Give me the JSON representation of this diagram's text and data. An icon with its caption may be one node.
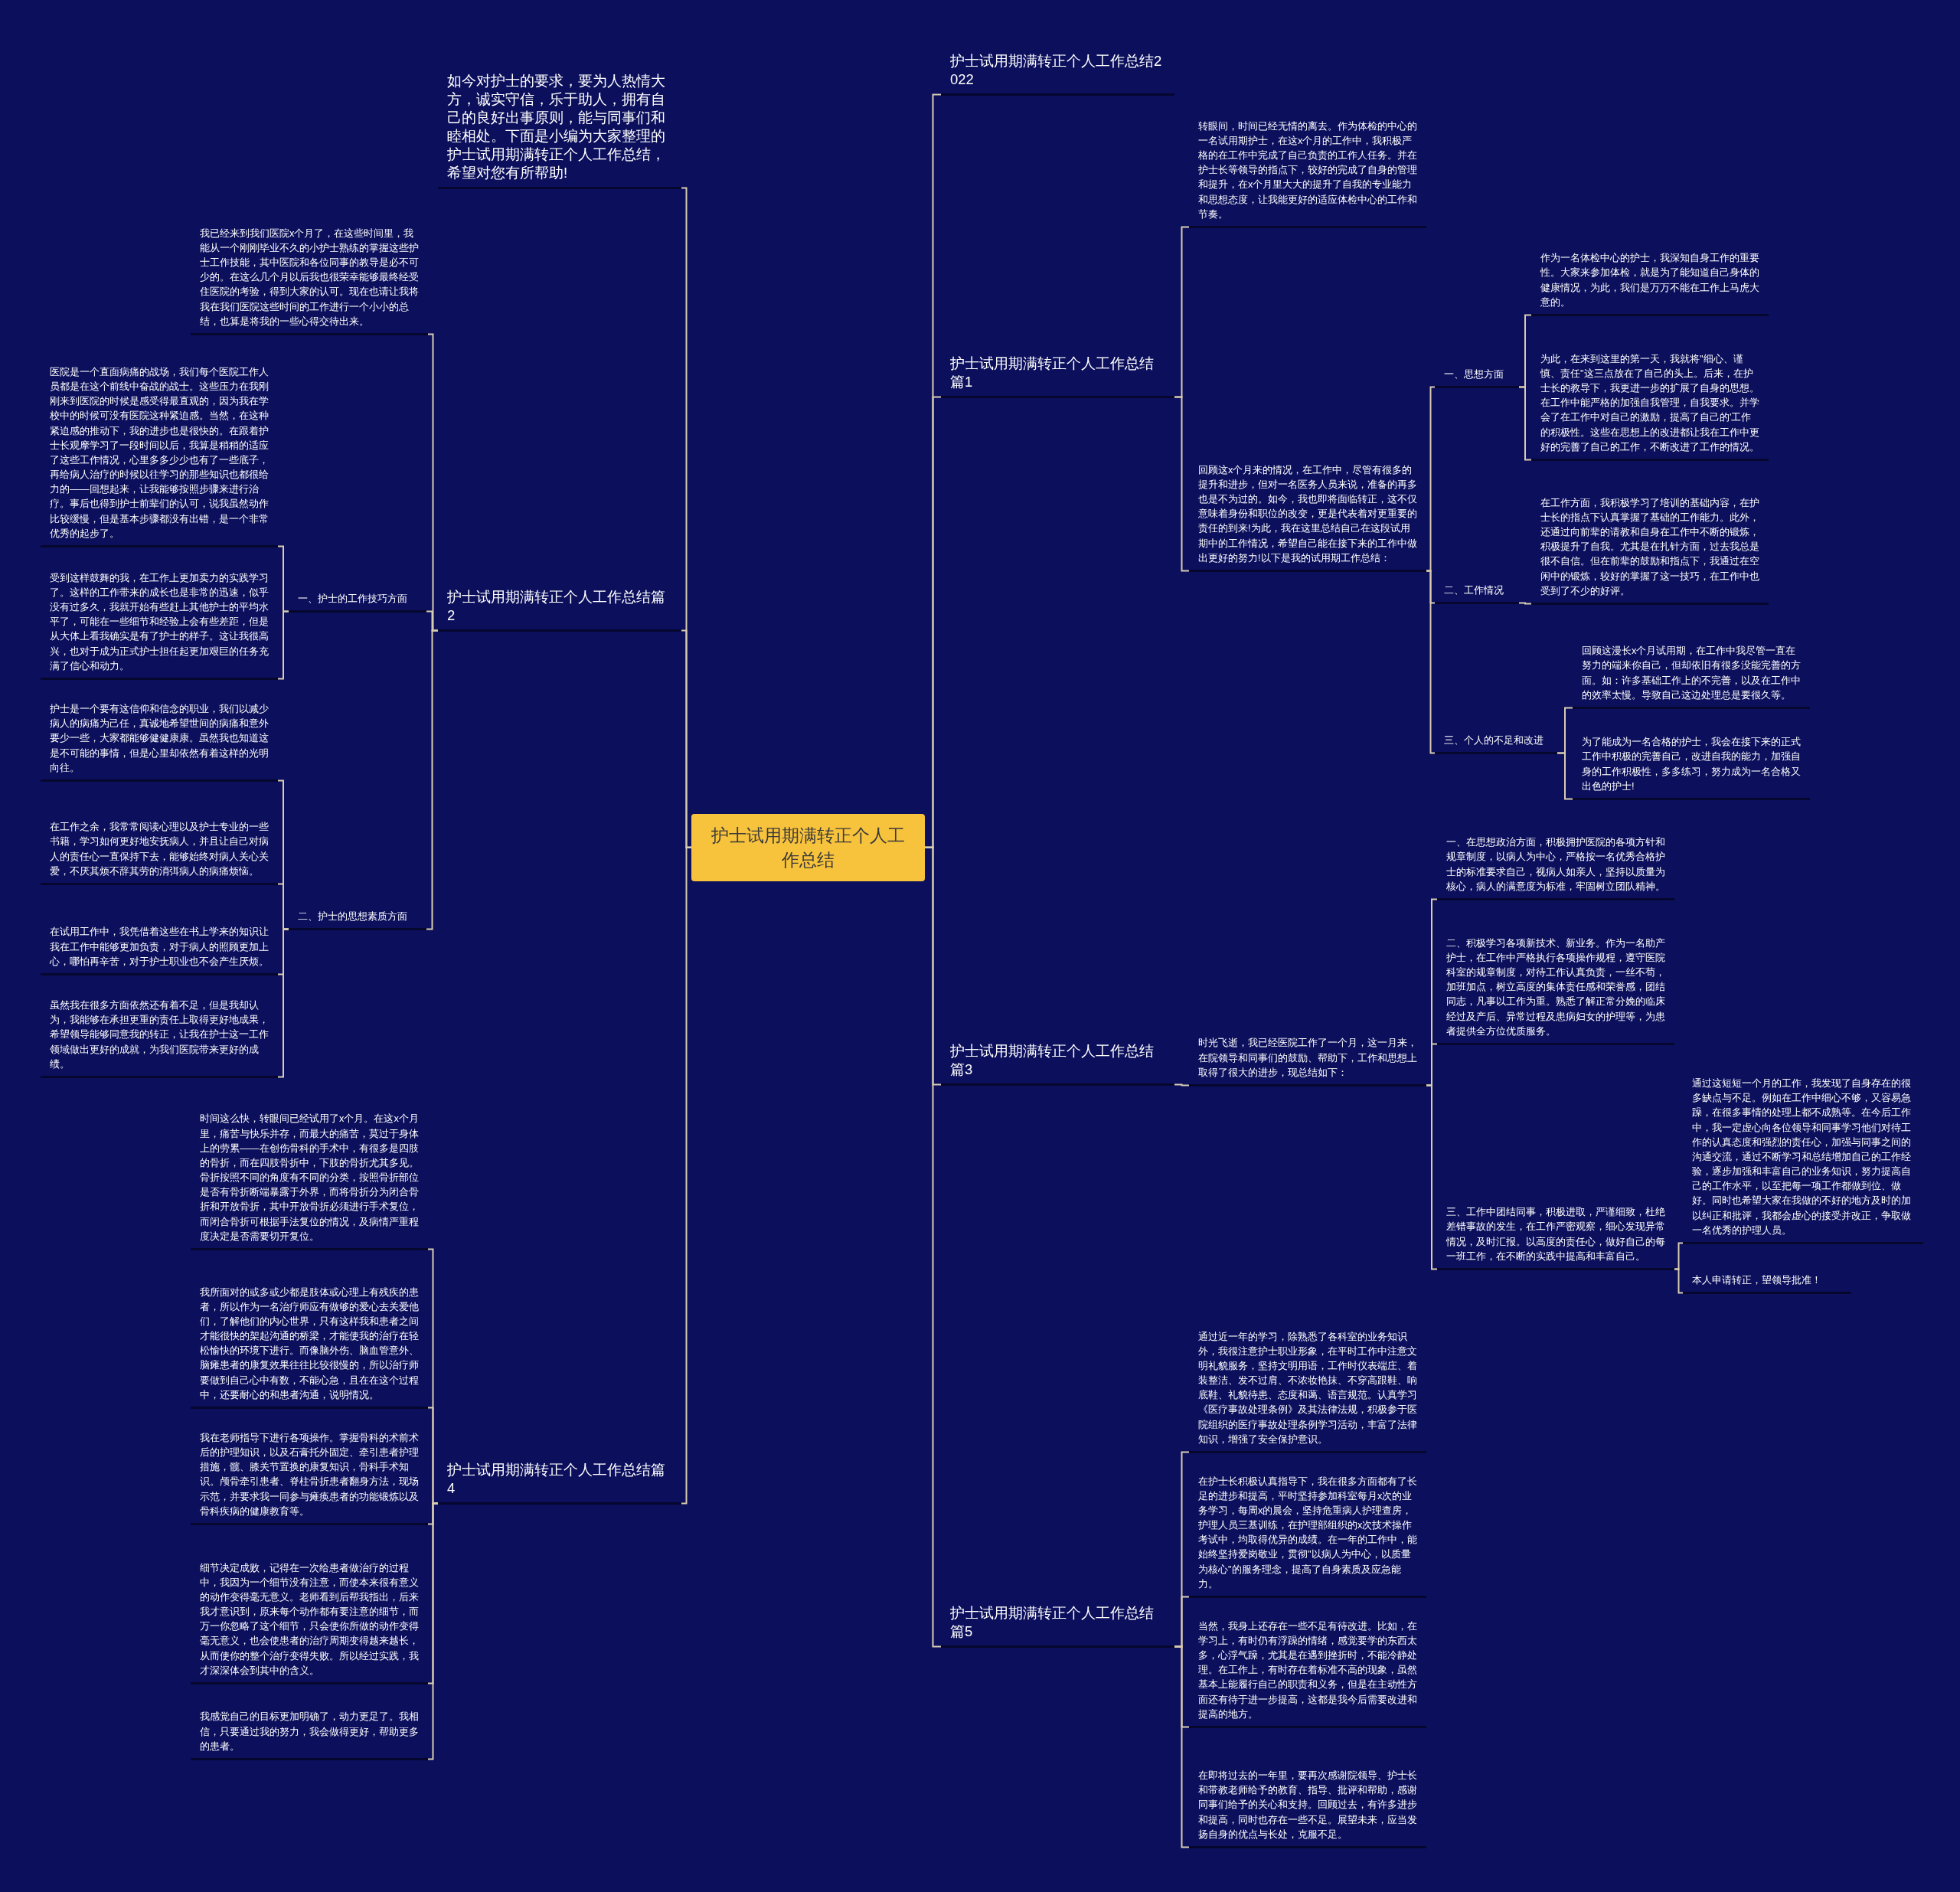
{
  "diagram": {
    "nodes": [
      {
        "text": [
          "护士试用期满转正个人工作总结"
        ]
      },
      {
        "text": [
          "护士试用期满转正个人工作总结2022"
        ]
      },
      {
        "text": [
          "护士试用期满转正个人工作总结篇1"
        ]
      },
      {
        "text": [
          "转眼间，时间已经无情的离去。作为体检的中心的一名试用期护士，在这x个月的工作中，我积极严格的在工作中完成了自己负责的工作人任务。并在护士长等领导的指点下，较好的完成了自身的管理和提升，在x个月里大大的提升了自我的专业能力和思想态度，让我能更好的适应体检中心的工作和节奏。"
        ]
      },
      {
        "text": [
          "回顾这x个月来的情况，在工作中，尽管有很多的提升和进步，但对一名医务人员来说，准备的再多也是不为过的。如今，我也即将面临转正，这不仅意味着身份和职位的改变，更是代表着对更重要的责任的到来!为此，我在这里总结自己在这段试用期中的工作情况，希望自己能在接下来的工作中做出更好的努力!以下是我的试用期工作总结："
        ]
      },
      {
        "text": [
          "一、思想方面"
        ]
      },
      {
        "text": [
          "作为一名体检中心的护士，我深知自身工作的重要性。大家来参加体检，就是为了能知道自己身体的健康情况，为此，我们是万万不能在工作上马虎大意的。"
        ]
      },
      {
        "text": [
          "为此，在来到这里的第一天，我就将\"细心、谨慎、责任\"这三点放在了自己的头上。后来，在护士长的教导下，我更进一步的扩展了自身的思想。在工作中能严格的加强自我管理，自我要求。并学会了在工作中对自己的激励，提高了自己的'工作的积极性。这些在思想上的改进都让我在工作中更好的完善了自己的工作，不断改进了工作的情况。"
        ]
      },
      {
        "text": [
          "二、工作情况"
        ]
      },
      {
        "text": [
          "在工作方面，我积极学习了培训的基础内容，在护士长的指点下认真掌握了基础的工作能力。此外，还通过向前辈的请教和自身在工作中不断的锻炼，积极提升了自我。尤其是在扎针方面，过去我总是很不自信。但在前辈的鼓励和指点下，我通过在空闲中的锻炼，较好的掌握了这一技巧，在工作中也受到了不少的好评。"
        ]
      },
      {
        "text": [
          "三、个人的不足和改进"
        ]
      },
      {
        "text": [
          "回顾这漫长x个月试用期，在工作中我尽管一直在努力的端来你自己，但却依旧有很多没能完善的方面。如：许多基础工作上的不完善，以及在工作中的效率太慢。导致自己这边处理总是要很久等。"
        ]
      },
      {
        "text": [
          "为了能成为一名合格的护士，我会在接下来的正式工作中积极的完善自己，改进自我的能力，加强自身的工作积极性，多多练习，努力成为一名合格又出色的护士!"
        ]
      },
      {
        "text": [
          "护士试用期满转正个人工作总结篇3"
        ]
      },
      {
        "text": [
          "时光飞逝，我已经医院工作了一个月，这一月来，在院领导和同事们的鼓励、帮助下，工作和思想上取得了很大的进步，现总结如下："
        ]
      },
      {
        "text": [
          "一、在思想政治方面，积极拥护医院的各项方针和规章制度，以病人为中心，严格按一名优秀合格护士的标准要求自己，视病人如亲人，坚持以质量为核心，病人的满意度为标准，牢固树立团队精神。"
        ]
      },
      {
        "text": [
          "二、积极学习各项新技术、新业务。作为一名助产护士，在工作中严格执行各项操作规程，遵守医院科室的规章制度，对待工作认真负责，一丝不苟，加班加点，树立高度的集体责任感和荣誉感，团结同志，凡事以工作为重。熟悉了解正常分娩的临床经过及产后、异常过程及患病妇女的护理等，为患者提供全方位优质服务。"
        ]
      },
      {
        "text": [
          "三、工作中团结同事，积极进取，严谨细致，杜绝差错事故的发生，在工作严密观察，细心发现异常情况，及时汇报。以高度的责任心，做好自己的每一班工作，在不断的实践中提高和丰富自己。"
        ]
      },
      {
        "text": [
          "通过这短短一个月的工作，我发现了自身存在的很多缺点与不足。例如在工作中细心不够，又容易急躁，在很多事情的处理上都不成熟等。在今后工作中，我一定虚心向各位领导和同事学习他们对待工作的认真态度和强烈的责任心，加强与同事之间的沟通交流，通过不断学习和总结增加自己的工作经验，逐步加强和丰富自己的业务知识，努力提高自己的工作水平，以至把每一项工作都做到位、做好。同时也希望大家在我做的不好的地方及时的加以纠正和批评，我都会虚心的接受并改正，争取做一名优秀的护理人员。"
        ]
      },
      {
        "text": [
          "本人申请转正，望领导批准！"
        ]
      },
      {
        "text": [
          "护士试用期满转正个人工作总结篇5"
        ]
      },
      {
        "text": [
          "通过近一年的学习，除熟悉了各科室的业务知识外，我很注意护士职业形象，在平时工作中注意文明礼貌服务，坚持文明用语，工作时仪表端庄、着装整洁、发不过肩、不浓妆艳抹、不穿高跟鞋、响底鞋、礼貌待患、态度和蔼、语言规范。认真学习《医疗事故处理条例》及其法律法规，积极参于医院组织的医疗事故处理条例学习活动，丰富了法律知识，增强了安全保护意识。"
        ]
      },
      {
        "text": [
          "在护士长积极认真指导下，我在很多方面都有了长足的进步和提高，平时坚持参加科室每月x次的业务学习，每周x的晨会，坚持危重病人护理查房，护理人员三基训练，在护理部组织的x次技术操作考试中，均取得优异的成绩。在一年的工作中，能始终坚持爱岗敬业，贯彻\"以病人为中心，以质量为核心\"的服务理念，提高了自身素质及应急能力。"
        ]
      },
      {
        "text": [
          "当然，我身上还存在一些不足有待改进。比如，在学习上，有时仍有浮躁的情绪，感觉要学的东西太多，心浮气躁，尤其是在遇到挫折时，不能冷静处理。在工作上，有时存在着标准不高的现象，虽然基本上能履行自己的职责和义务，但是在主动性方面还有待于进一步提高，这都是我今后需要改进和提高的地方。"
        ]
      },
      {
        "text": [
          "在即将过去的一年里，要再次感谢院领导、护士长和带教老师给予的教育、指导、批评和帮助，感谢同事们给予的关心和支持。回顾过去，有许多进步和提高，同时也存在一些不足。展望未来，应当发扬自身的优点与长处，克服不足。"
        ]
      },
      {
        "text": [
          "如今对护士的要求，要为人热情大方，诚实守信，乐于助人，拥有自己的良好出事原则，能与同事们和睦相处。下面是小编为大家整理的护士试用期满转正个人工作总结，希望对您有所帮助!"
        ]
      },
      {
        "text": [
          "护士试用期满转正个人工作总结篇2"
        ]
      },
      {
        "text": [
          "我已经来到我们医院x个月了，在这些时间里，我能从一个刚刚毕业不久的小护士熟练的掌握这些护士工作技能，其中医院和各位同事的教导是必不可少的。在这么几个月以后我也很荣幸能够最终经受住医院的考验，得到大家的认可。现在也请让我将我在我们医院这些时间的工作进行一个小小的总结，也算是将我的一些心得交待出来。"
        ]
      },
      {
        "text": [
          "一、护士的工作技巧方面"
        ]
      },
      {
        "text": [
          "医院是一个直面病痛的战场，我们每个医院工作人员都是在这个前线中奋战的战士。这些压力在我刚刚来到医院的时候是感受得最直观的，因为我在学校中的时候可没有医院这种紧迫感。当然，在这种紧迫感的推动下，我的进步也是很快的。在跟着护士长观摩学习了一段时间以后，我算是稍稍的适应了这些工作情况，心里多多少少也有了一些底子，再给病人治疗的时候以往学习的那些知识也都很给力的——回想起来，让我能够按照步骤来进行治疗。事后也得到护士前辈们的认可，说我虽然动作比较缓慢，但是基本步骤都没有出错，是一个非常优秀的起步了。"
        ]
      },
      {
        "text": [
          "受到这样鼓舞的我，在工作上更加卖力的实践学习了。这样的工作带来的成长也是非常的迅速，似乎没有过多久，我就开始有些赶上其他护士的平均水平了，可能在一些细节和经验上会有些差距，但是从大体上看我确实是有了护士的样子。这让我很高兴，也对于成为正式护士担任起更加艰巨的任务充满了信心和动力。"
        ]
      },
      {
        "text": [
          "二、护士的思想素质方面"
        ]
      },
      {
        "text": [
          "护士是一个要有这信仰和信念的职业，我们以减少病人的病痛为己任，真诚地希望世间的病痛和意外要少一些，大家都能够健健康康。虽然我也知道这是不可能的事情，但是心里却依然有着这样的光明向往。"
        ]
      },
      {
        "text": [
          "在工作之余，我常常阅读心理以及护士专业的一些书籍，学习如何更好地安抚病人，并且让自己对病人的责任心一直保持下去，能够始终对病人关心关爱，不厌其烦不辞其劳的消弭病人的病痛烦恼。"
        ]
      },
      {
        "text": [
          "在试用工作中，我凭借着这些在书上学来的知识让我在工作中能够更加负责，对于病人的照顾更加上心，哪怕再辛苦，对于护士职业也不会产生厌烦。"
        ]
      },
      {
        "text": [
          "虽然我在很多方面依然还有着不足，但是我却认为，我能够在承担更重的责任上取得更好地成果，希望领导能够同意我的转正，让我在护士这一工作领域做出更好的成就，为我们医院带来更好的成绩。"
        ]
      },
      {
        "text": [
          "护士试用期满转正个人工作总结篇4"
        ]
      },
      {
        "text": [
          "时间这么快，转眼间已经试用了x个月。在这x个月里，痛苦与快乐并存，而最大的痛苦，莫过于身体上的劳累——在创伤骨科的手术中，有很多是四肢的骨折，而在四肢骨折中，下肢的骨折尤其多见。骨折按照不同的角度有不同的分类，按照骨折部位是否有骨折断端暴露于外界，而将骨折分为闭合骨折和开放骨折，其中开放骨折必须进行手术复位，而闭合骨折可根据手法复位的情况，及病情严重程度决定是否需要切开复位。"
        ]
      },
      {
        "text": [
          "我所面对的或多或少都是肢体或心理上有残疾的患者，所以作为一名治疗师应有做够的爱心去关爱他们，了解他们的内心世界，只有这样我和患者之间才能很快的架起沟通的桥梁，才能使我的治疗在轻松愉快的环境下进行。而像脑外伤、脑血管意外、脑瘫患者的康复效果往往比较很慢的，所以治疗师要做到自己心中有数，不能心急，且在在这个过程中，还要耐心的和患者沟通，说明情况。"
        ]
      },
      {
        "text": [
          "我在老师指导下进行各项操作。掌握骨科的术前术后的护理知识，以及石膏托外固定、牵引患者护理措施，髋、膝关节置换的康复知识，骨科手术知识。颅骨牵引患者、脊柱骨折患者翻身方法，现场示范，并要求我一同参与瘫痪患者的功能锻炼以及骨科疾病的健康教育等。"
        ]
      },
      {
        "text": [
          "细节决定成败，记得在一次给患者做治疗的过程中，我因为一个细节没有注意，而使本来很有意义的动作变得毫无意义。老师看到后帮我指出，后来我才意识到，原来每个动作都有要注意的细节，而万一你忽略了这个细节，只会使你所做的动作变得毫无意义，也会使患者的治疗周期变得越来越长，从而使你的整个治疗变得失败。所以经过实践，我才深深体会到其中的含义。"
        ]
      },
      {
        "text": [
          "我感觉自己的目标更加明确了，动力更足了。我相信，只要通过我的努力，我会做得更好，帮助更多的患者。"
        ]
      }
    ],
    "edges": [
      {
        "from": 0,
        "to": 1,
        "arrow": "none"
      },
      {
        "from": 0,
        "to": 2,
        "arrow": "none"
      },
      {
        "from": 2,
        "to": 3,
        "arrow": "none"
      },
      {
        "from": 2,
        "to": 4,
        "arrow": "none"
      },
      {
        "from": 4,
        "to": 5,
        "arrow": "none"
      },
      {
        "from": 5,
        "to": 6,
        "arrow": "none"
      },
      {
        "from": 5,
        "to": 7,
        "arrow": "none"
      },
      {
        "from": 4,
        "to": 8,
        "arrow": "none"
      },
      {
        "from": 8,
        "to": 9,
        "arrow": "none"
      },
      {
        "from": 4,
        "to": 10,
        "arrow": "none"
      },
      {
        "from": 10,
        "to": 11,
        "arrow": "none"
      },
      {
        "from": 10,
        "to": 12,
        "arrow": "none"
      },
      {
        "from": 0,
        "to": 13,
        "arrow": "none"
      },
      {
        "from": 13,
        "to": 14,
        "arrow": "none"
      },
      {
        "from": 14,
        "to": 15,
        "arrow": "none"
      },
      {
        "from": 14,
        "to": 16,
        "arrow": "none"
      },
      {
        "from": 14,
        "to": 17,
        "arrow": "none"
      },
      {
        "from": 17,
        "to": 18,
        "arrow": "none"
      },
      {
        "from": 17,
        "to": 19,
        "arrow": "none"
      },
      {
        "from": 0,
        "to": 20,
        "arrow": "none"
      },
      {
        "from": 20,
        "to": 21,
        "arrow": "none"
      },
      {
        "from": 20,
        "to": 22,
        "arrow": "none"
      },
      {
        "from": 20,
        "to": 23,
        "arrow": "none"
      },
      {
        "from": 20,
        "to": 24,
        "arrow": "none"
      },
      {
        "from": 0,
        "to": 25,
        "arrow": "none"
      },
      {
        "from": 0,
        "to": 26,
        "arrow": "none"
      },
      {
        "from": 26,
        "to": 27,
        "arrow": "none"
      },
      {
        "from": 26,
        "to": 28,
        "arrow": "none"
      },
      {
        "from": 28,
        "to": 29,
        "arrow": "none"
      },
      {
        "from": 28,
        "to": 30,
        "arrow": "none"
      },
      {
        "from": 26,
        "to": 31,
        "arrow": "none"
      },
      {
        "from": 31,
        "to": 32,
        "arrow": "none"
      },
      {
        "from": 31,
        "to": 33,
        "arrow": "none"
      },
      {
        "from": 31,
        "to": 34,
        "arrow": "none"
      },
      {
        "from": 31,
        "to": 35,
        "arrow": "none"
      },
      {
        "from": 0,
        "to": 36,
        "arrow": "none"
      },
      {
        "from": 36,
        "to": 37,
        "arrow": "none"
      },
      {
        "from": 36,
        "to": 38,
        "arrow": "none"
      },
      {
        "from": 36,
        "to": 39,
        "arrow": "none"
      },
      {
        "from": 36,
        "to": 40,
        "arrow": "none"
      },
      {
        "from": 36,
        "to": 41,
        "arrow": "none"
      }
    ]
  }
}
